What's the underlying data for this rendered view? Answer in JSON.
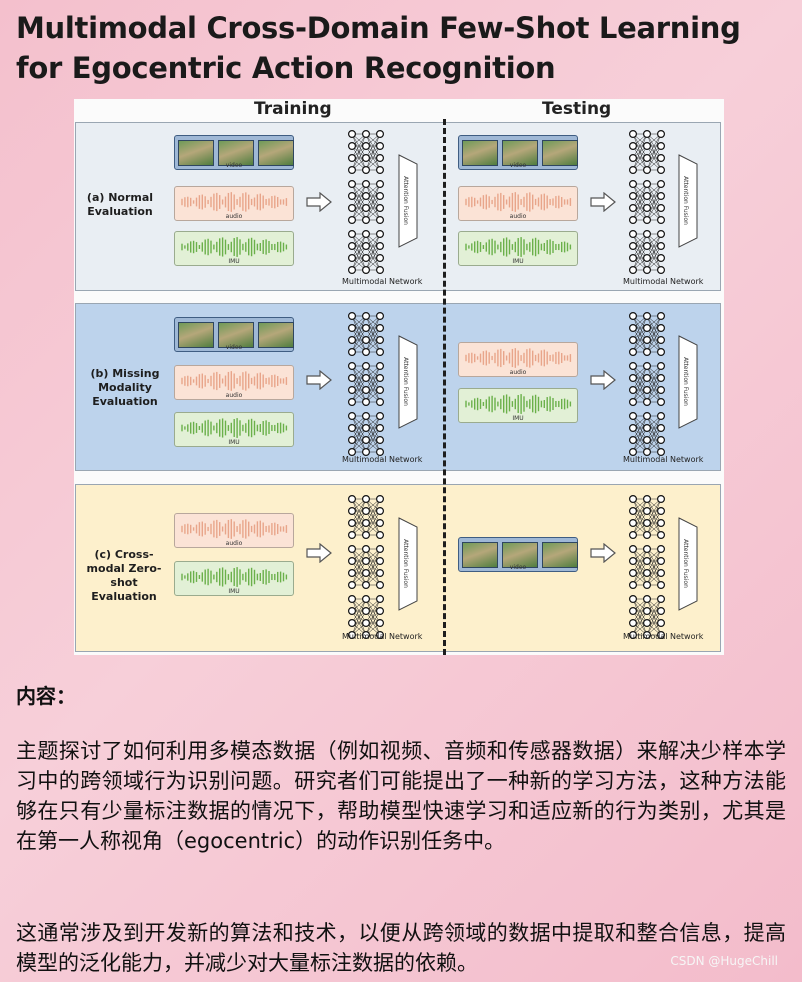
{
  "title": "Multimodal Cross-Domain Few-Shot Learning  for Egocentric Action Recognition",
  "figure": {
    "training_label": "Training",
    "testing_label": "Testing",
    "panel_a_label": "(a) Normal Evaluation",
    "panel_b_label": "(b) Missing Modality Evaluation",
    "panel_c_label": "(c) Cross-modal Zero-shot Evaluation",
    "video_caption": "video",
    "audio_caption": "audio",
    "imu_caption": "IMU",
    "fusion_label": "Attention Fusion",
    "network_label": "Multimodal Network",
    "colors": {
      "panel_a": "#e9eef3",
      "panel_b": "#bdd3ec",
      "panel_c": "#fdf0cc",
      "video_box": "#9fb8d6",
      "audio_wave": "#e8a58a",
      "imu_wave": "#6bb04a"
    }
  },
  "content": {
    "heading": "内容：",
    "paragraph1": "主题探讨了如何利用多模态数据（例如视频、音频和传感器数据）来解决少样本学习中的跨领域行为识别问题。研究者们可能提出了一种新的学习方法，这种方法能够在只有少量标注数据的情况下，帮助模型快速学习和适应新的行为类别，尤其是在第一人称视角（egocentric）的动作识别任务中。",
    "paragraph2": "这通常涉及到开发新的算法和技术，以便从跨领域的数据中提取和整合信息，提高模型的泛化能力，并减少对大量标注数据的依赖。"
  },
  "footer": "CSDN @HugeChill"
}
